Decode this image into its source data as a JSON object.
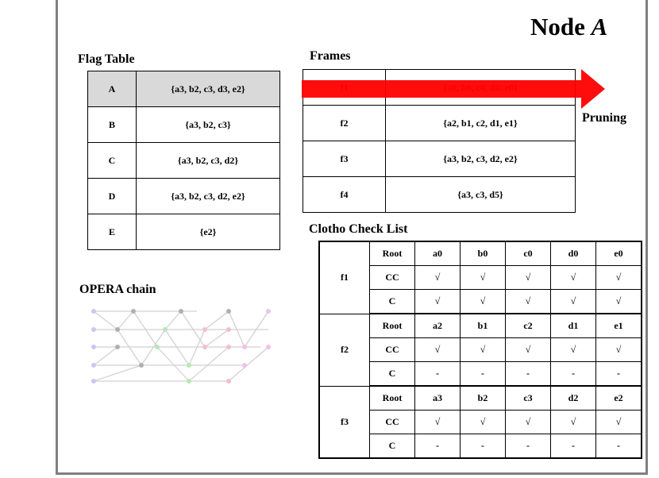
{
  "title": {
    "prefix": "Node ",
    "name": "A"
  },
  "flag_table": {
    "label": "Flag Table",
    "rows": [
      {
        "key": "A",
        "value": "{a3, b2, c3, d3, e2}"
      },
      {
        "key": "B",
        "value": "{a3, b2, c3}"
      },
      {
        "key": "C",
        "value": "{a3, b2, c3, d2}"
      },
      {
        "key": "D",
        "value": "{a3, b2, c3, d2, e2}"
      },
      {
        "key": "E",
        "value": "{e2}"
      }
    ]
  },
  "frames": {
    "label": "Frames",
    "rows": [
      {
        "key": "f1",
        "value": "{a0, b0, c0, d0, e0}"
      },
      {
        "key": "f2",
        "value": "{a2, b1, c2, d1, e1}"
      },
      {
        "key": "f3",
        "value": "{a3, b2, c3, d2, e2}"
      },
      {
        "key": "f4",
        "value": "{a3, c3, d5}"
      }
    ],
    "pruning_label": "Pruning",
    "arrow_color": "#ff0000"
  },
  "clotho": {
    "label": "Clotho Check List",
    "groups": [
      {
        "frame": "f1",
        "root": [
          "a0",
          "b0",
          "c0",
          "d0",
          "e0"
        ],
        "cc": [
          "√",
          "√",
          "√",
          "√",
          "√"
        ],
        "c": [
          "√",
          "√",
          "√",
          "√",
          "√"
        ]
      },
      {
        "frame": "f2",
        "root": [
          "a2",
          "b1",
          "c2",
          "d1",
          "e1"
        ],
        "cc": [
          "√",
          "√",
          "√",
          "√",
          "√"
        ],
        "c": [
          "-",
          "-",
          "-",
          "-",
          "-"
        ]
      },
      {
        "frame": "f3",
        "root": [
          "a3",
          "b2",
          "c3",
          "d2",
          "e2"
        ],
        "cc": [
          "√",
          "√",
          "√",
          "√",
          "√"
        ],
        "c": [
          "-",
          "-",
          "-",
          "-",
          "-"
        ]
      }
    ],
    "row_labels": {
      "root": "Root",
      "cc": "CC",
      "c": "C"
    }
  },
  "opera_chain": {
    "label": "OPERA chain"
  },
  "colors": {
    "frame_border": "#808080",
    "highlight": "#d9d9d9",
    "arrow": "#ff0000"
  }
}
